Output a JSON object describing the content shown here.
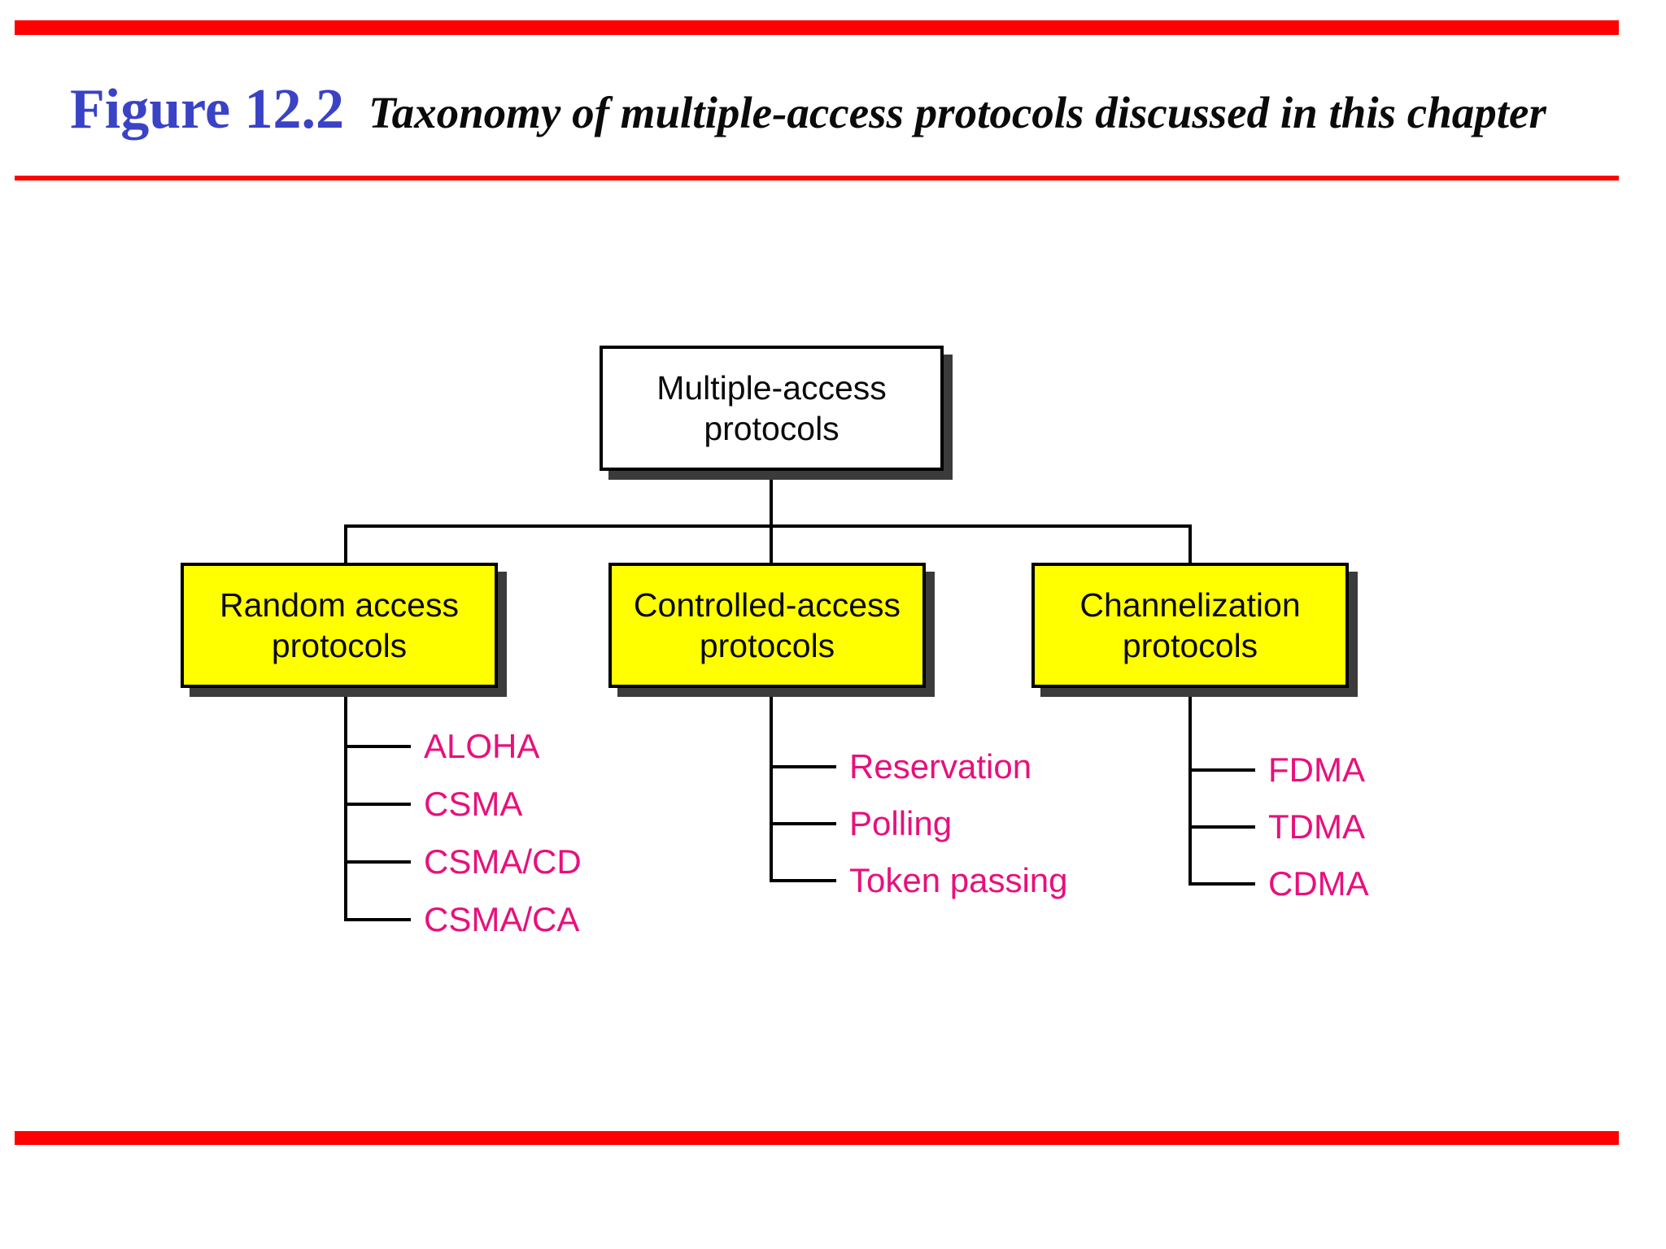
{
  "header": {
    "figure_label": "Figure 12.2",
    "caption": "Taxonomy of multiple-access protocols discussed in this chapter"
  },
  "colors": {
    "rule_red": "#FF0000",
    "figure_label_blue": "#3A42C6",
    "branch_box_yellow": "#FFFF00",
    "leaf_pink": "#E8107C",
    "box_shadow_gray": "#3B3B3B",
    "connector_black": "#000000",
    "background": "#FFFFFF"
  },
  "tree": {
    "root": {
      "lines": [
        "Multiple-access",
        "protocols"
      ]
    },
    "branches": [
      {
        "id": "random-access",
        "lines": [
          "Random access",
          "protocols"
        ],
        "children": [
          "ALOHA",
          "CSMA",
          "CSMA/CD",
          "CSMA/CA"
        ]
      },
      {
        "id": "controlled-access",
        "lines": [
          "Controlled-access",
          "protocols"
        ],
        "children": [
          "Reservation",
          "Polling",
          "Token passing"
        ]
      },
      {
        "id": "channelization",
        "lines": [
          "Channelization",
          "protocols"
        ],
        "children": [
          "FDMA",
          "TDMA",
          "CDMA"
        ]
      }
    ]
  }
}
